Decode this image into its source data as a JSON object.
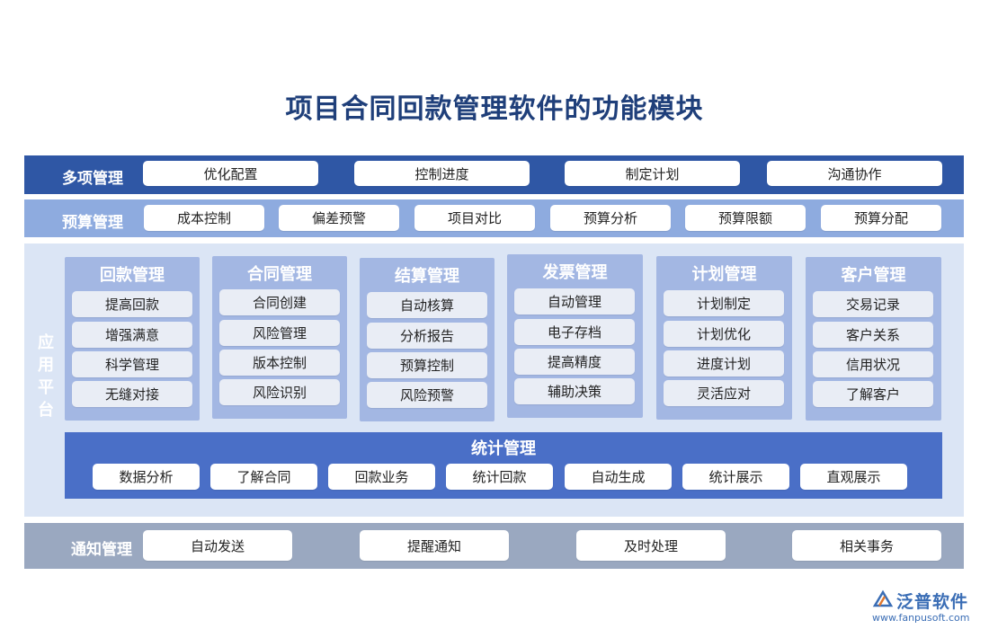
{
  "title": "项目合同回款管理软件的功能模块",
  "multi_management": {
    "label": "多项管理",
    "items": [
      "优化配置",
      "控制进度",
      "制定计划",
      "沟通协作"
    ]
  },
  "budget_management": {
    "label": "预算管理",
    "items": [
      "成本控制",
      "偏差预警",
      "项目对比",
      "预算分析",
      "预算限额",
      "预算分配"
    ]
  },
  "application_platform": {
    "label": "应用平台",
    "label_chars": [
      "应",
      "用",
      "平",
      "台"
    ],
    "modules": [
      {
        "title": "回款管理",
        "items": [
          "提高回款",
          "增强满意",
          "科学管理",
          "无缝对接"
        ]
      },
      {
        "title": "合同管理",
        "items": [
          "合同创建",
          "风险管理",
          "版本控制",
          "风险识别"
        ]
      },
      {
        "title": "结算管理",
        "items": [
          "自动核算",
          "分析报告",
          "预算控制",
          "风险预警"
        ]
      },
      {
        "title": "发票管理",
        "items": [
          "自动管理",
          "电子存档",
          "提高精度",
          "辅助决策"
        ]
      },
      {
        "title": "计划管理",
        "items": [
          "计划制定",
          "计划优化",
          "进度计划",
          "灵活应对"
        ]
      },
      {
        "title": "客户管理",
        "items": [
          "交易记录",
          "客户关系",
          "信用状况",
          "了解客户"
        ]
      }
    ],
    "statistics": {
      "title": "统计管理",
      "items": [
        "数据分析",
        "了解合同",
        "回款业务",
        "统计回款",
        "自动生成",
        "统计展示",
        "直观展示"
      ]
    }
  },
  "notification_management": {
    "label": "通知管理",
    "items": [
      "自动发送",
      "提醒通知",
      "及时处理",
      "相关事务"
    ]
  },
  "logo": {
    "name": "泛普软件",
    "url": "www.fanpusoft.com"
  },
  "colors": {
    "title": "#1f3f7a",
    "band_dark": "#2f57a5",
    "band_light": "#8eabdf",
    "platform_bg": "#dbe5f5",
    "module_bg": "#a3b7e3",
    "stats_bg": "#4a6fc7",
    "notify_bg": "#9aa8c0"
  }
}
